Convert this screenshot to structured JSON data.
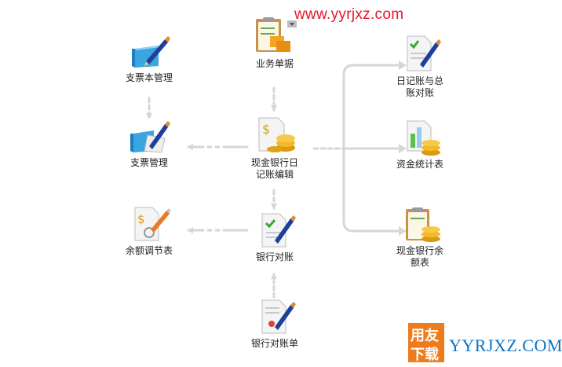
{
  "watermark": "www.yyrjxz.com",
  "nodes": {
    "business_docs": "业务单据",
    "checkbook_mgmt": "支票本管理",
    "check_mgmt": "支票管理",
    "cash_bank_journal": "现金银行日\n记账编辑",
    "balance_adjust": "余额调节表",
    "bank_reconcile": "银行对账",
    "bank_statement": "银行对账单",
    "journal_ledger": "日记账与总\n账对账",
    "fund_stats": "资金统计表",
    "cash_bank_balance": "现金银行余\n额表"
  },
  "logo": {
    "cn_top": "用友",
    "cn_bottom": "下载",
    "text": "YYRJXZ.COM"
  },
  "colors": {
    "arrow": "#d6d6d6",
    "watermark": "#e8142a",
    "logo_box": "#ef7c1c",
    "logo_text": "#0a73c4"
  }
}
